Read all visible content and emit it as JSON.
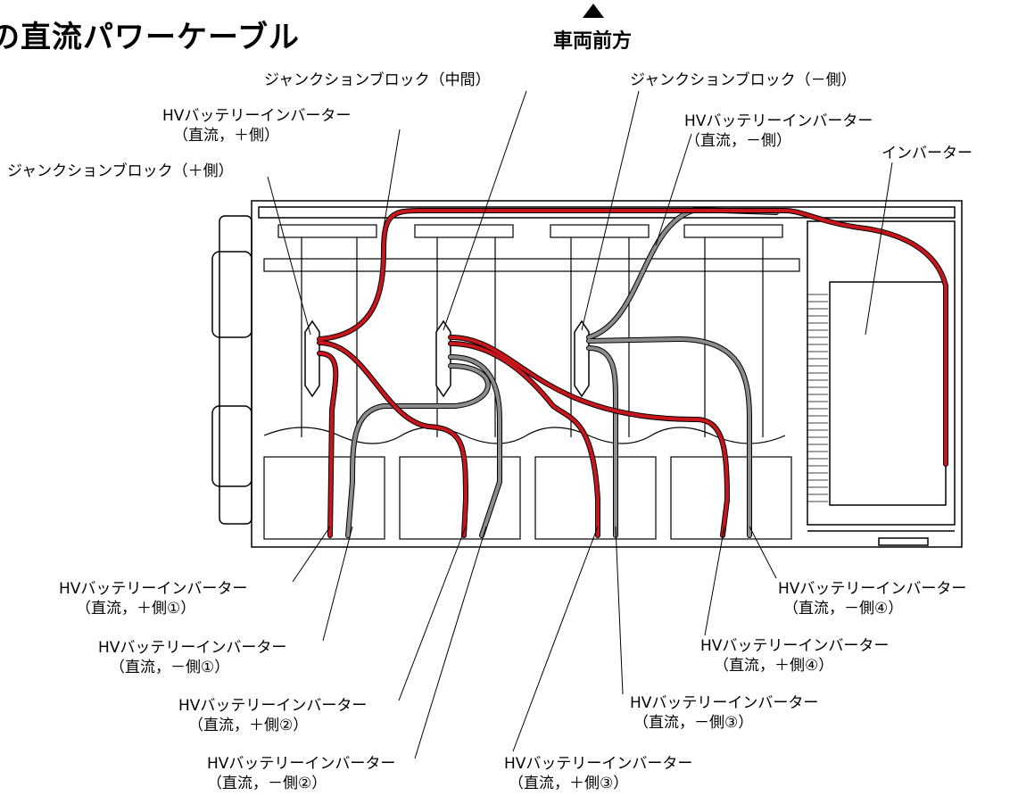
{
  "title": "の直流パワーケーブル",
  "direction": "車両前方",
  "labels": {
    "jb_mid": "ジャンクションブロック（中間）",
    "jb_neg": "ジャンクションブロック（－側）",
    "inv_pos_l1": "HVバッテリーインバーター",
    "inv_pos_l2": "（直流，＋側）",
    "inv_neg_l1": "HVバッテリーインバーター",
    "inv_neg_l2": "（直流，－側）",
    "inverter": "インバーター",
    "jb_pos": "ジャンクションブロック（＋側）",
    "pos1_l1": "HVバッテリーインバーター",
    "pos1_l2": "（直流，＋側①）",
    "neg1_l1": "HVバッテリーインバーター",
    "neg1_l2": "（直流，－側①）",
    "pos2_l1": "HVバッテリーインバーター",
    "pos2_l2": "（直流，＋側②）",
    "neg2_l1": "HVバッテリーインバーター",
    "neg2_l2": "（直流，－側②）",
    "pos3_l1": "HVバッテリーインバーター",
    "pos3_l2": "（直流，＋側③）",
    "neg3_l1": "HVバッテリーインバーター",
    "neg3_l2": "（直流，－側③）",
    "pos4_l1": "HVバッテリーインバーター",
    "pos4_l2": "（直流，＋側④）",
    "neg4_l1": "HVバッテリーインバーター",
    "neg4_l2": "（直流，－側④）"
  },
  "colors": {
    "positive_cable": "#c8161d",
    "negative_cable": "#8c8c8c",
    "outline": "#000000"
  }
}
